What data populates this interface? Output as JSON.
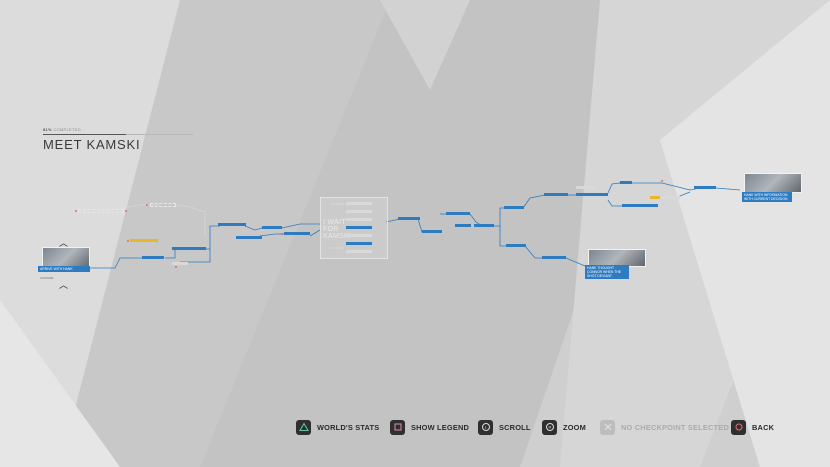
{
  "chapter": {
    "percent": "81%",
    "percent_suffix": "COMPLETED",
    "title": "MEET KAMSKI"
  },
  "flowchart": {
    "wait_title": "I WAIT FOR KAMSKI",
    "start_caption": "ARRIVE WITH HANK",
    "start_sublabel": "CONNOR",
    "end_caption": "HANK WITH INFORMATION WITH CURRENT DECISION",
    "lower_caption": "HANK THOUGHT CONNOR WHEN THE SHOT DEVIANT"
  },
  "legend": [
    {
      "label": "WORLD'S STATS",
      "icon": "triangle-icon",
      "disabled": false
    },
    {
      "label": "SHOW LEGEND",
      "icon": "square-icon",
      "disabled": false
    },
    {
      "label": "SCROLL",
      "icon": "left-stick-icon",
      "disabled": false
    },
    {
      "label": "ZOOM",
      "icon": "right-stick-icon",
      "disabled": false
    },
    {
      "label": "NO CHECKPOINT SELECTED",
      "icon": "cross-icon",
      "disabled": true
    },
    {
      "label": "BACK",
      "icon": "circle-icon",
      "disabled": false
    }
  ],
  "colors": {
    "node_blue": "#2e7bc0",
    "node_yellow": "#e9b82a",
    "marker_red": "#d9534f",
    "background": "#cfcfcf"
  }
}
